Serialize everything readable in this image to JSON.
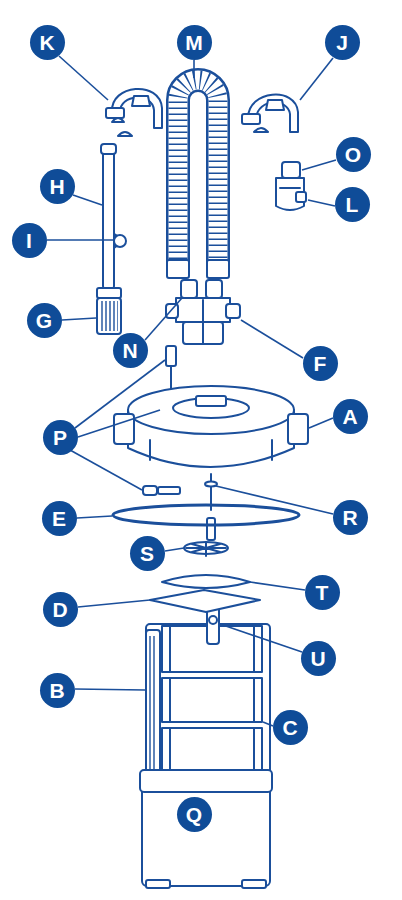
{
  "diagram": {
    "labels": [
      "K",
      "M",
      "J",
      "O",
      "H",
      "L",
      "I",
      "G",
      "N",
      "F",
      "P",
      "A",
      "R",
      "E",
      "S",
      "T",
      "D",
      "U",
      "B",
      "C",
      "Q"
    ]
  }
}
